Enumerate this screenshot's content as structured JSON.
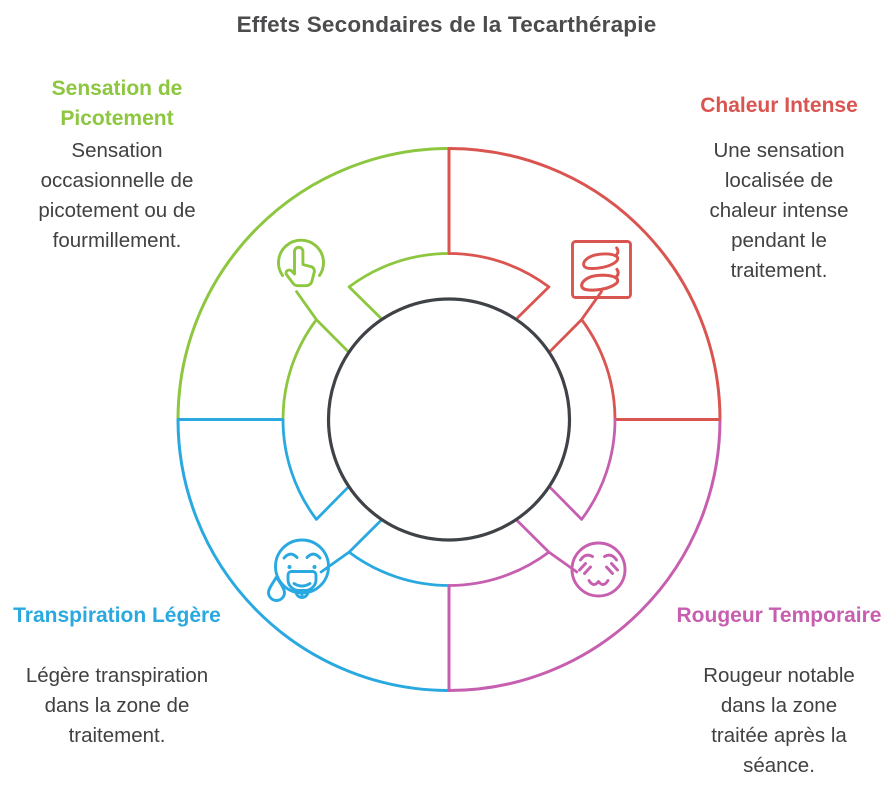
{
  "title": "Effets Secondaires de la Tecarthérapie",
  "colors": {
    "green": "#8dc63f",
    "red": "#da5450",
    "cyan": "#29a9e0",
    "magenta": "#c75fb0",
    "dark_circle": "#3f4347",
    "title_text": "#4c4c4e",
    "body_text": "#414042"
  },
  "sections": [
    {
      "position": "top-left",
      "heading": "Sensation de Picotement",
      "body": "Sensation occasionnelle de picotement ou de fourmillement.",
      "color": "#8dc63f",
      "icon": "tap-finger-icon"
    },
    {
      "position": "top-right",
      "heading": "Chaleur Intense",
      "body": "Une sensation localisée de chaleur intense pendant le traitement.",
      "color": "#da5450",
      "icon": "chili-peppers-icon"
    },
    {
      "position": "bottom-left",
      "heading": "Transpiration Légère",
      "body": "Légère transpiration dans la zone de traitement.",
      "color": "#29a9e0",
      "icon": "sweating-face-icon"
    },
    {
      "position": "bottom-right",
      "heading": "Rougeur Temporaire",
      "body": "Rougeur notable dans la zone traitée après la séance.",
      "color": "#c75fb0",
      "icon": "flushed-face-icon"
    }
  ]
}
